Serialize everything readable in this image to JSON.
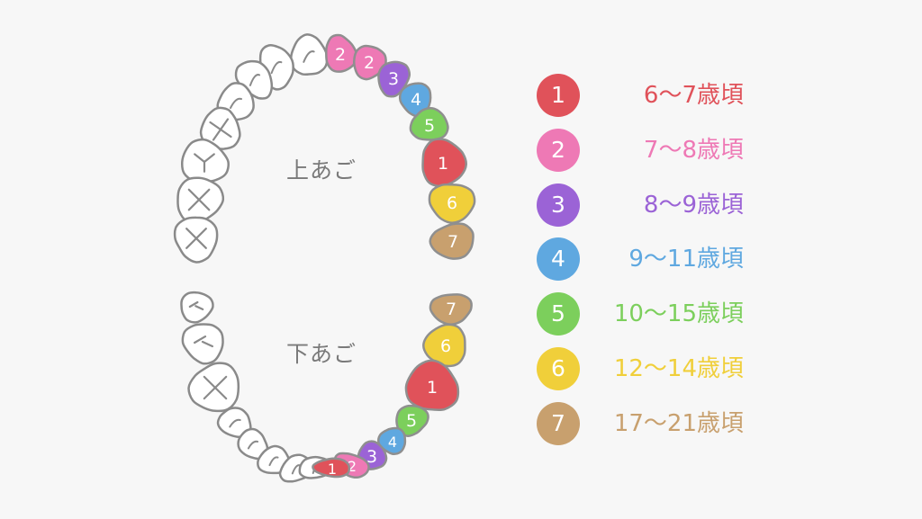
{
  "jaw_labels": {
    "upper": "上あご",
    "lower": "下あご"
  },
  "legend": [
    {
      "num": "1",
      "label": "6〜7歳頃",
      "color": "#e0525a"
    },
    {
      "num": "2",
      "label": "7〜8歳頃",
      "color": "#ee79b5"
    },
    {
      "num": "3",
      "label": "8〜9歳頃",
      "color": "#9b63d6"
    },
    {
      "num": "4",
      "label": "9〜11歳頃",
      "color": "#5fa8e0"
    },
    {
      "num": "5",
      "label": "10〜15歳頃",
      "color": "#7ccf5c"
    },
    {
      "num": "6",
      "label": "12〜14歳頃",
      "color": "#f0cf3a"
    },
    {
      "num": "7",
      "label": "17〜21歳頃",
      "color": "#c8a06e"
    }
  ],
  "upper_colored": [
    "2",
    "2",
    "3",
    "4",
    "5",
    "1",
    "6",
    "7"
  ],
  "lower_colored": [
    "7",
    "6",
    "1",
    "5",
    "4",
    "3",
    "2",
    "1"
  ]
}
